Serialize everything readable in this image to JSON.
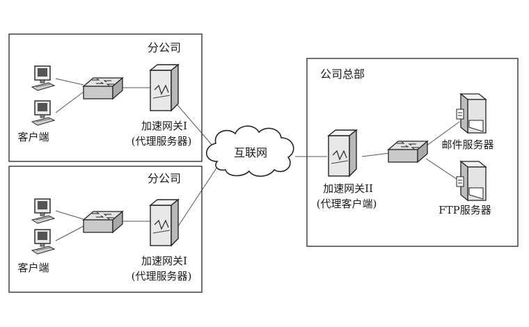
{
  "branches": [
    {
      "title": "分公司",
      "client_label": "客户端",
      "gateway_label_line1": "加速网关I",
      "gateway_label_line2": "(代理服务器)"
    },
    {
      "title": "分公司",
      "client_label": "客户端",
      "gateway_label_line1": "加速网关I",
      "gateway_label_line2": "(代理服务器)"
    }
  ],
  "internet": {
    "label": "互联网"
  },
  "hq": {
    "title": "公司总部",
    "gateway_label_line1": "加速网关II",
    "gateway_label_line2": "(代理客户端)",
    "mail_server_label": "邮件服务器",
    "ftp_server_label": "FTP服务器"
  }
}
